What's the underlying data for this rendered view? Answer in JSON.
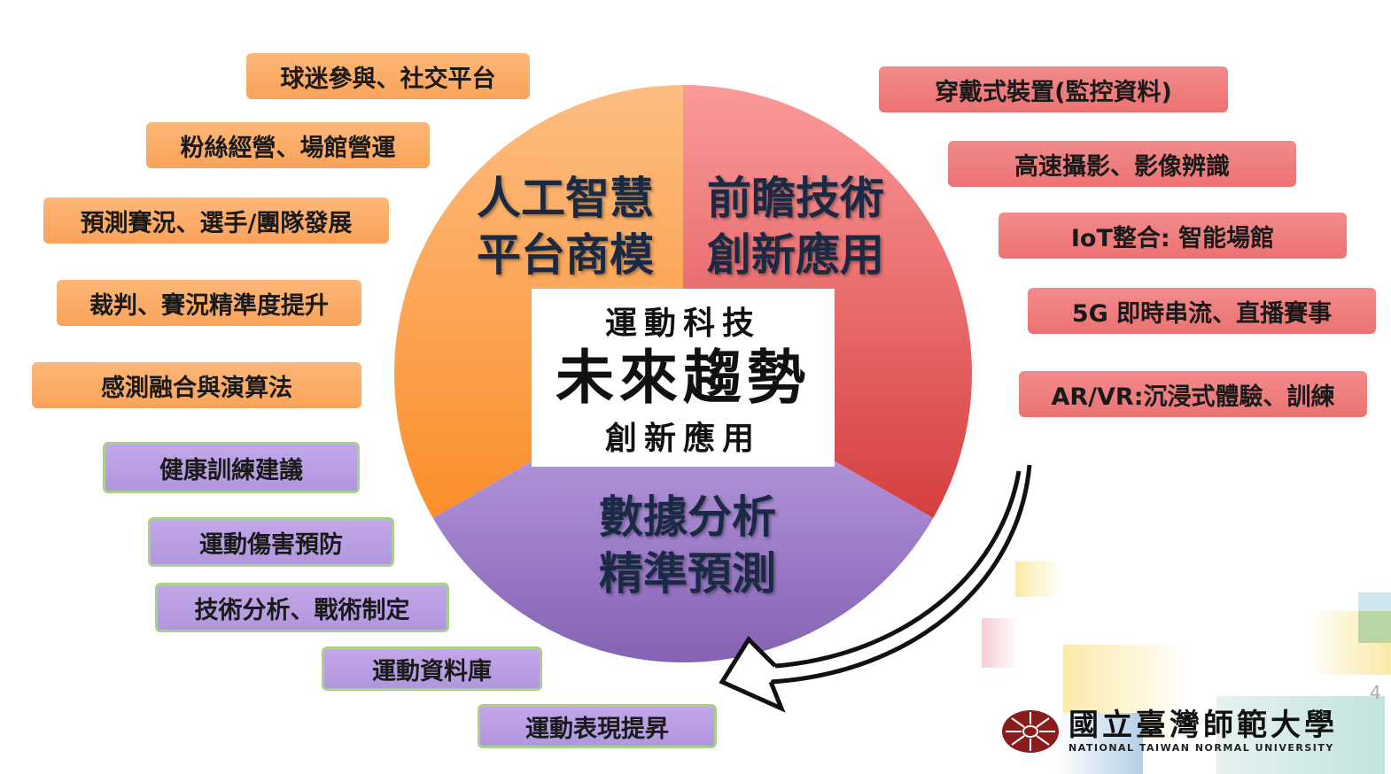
{
  "center": {
    "top": "運動科技",
    "main": "未來趨勢",
    "bottom": "創新應用"
  },
  "segments": [
    {
      "line1": "人工智慧",
      "line2": "平台商模",
      "color": "#fdae68"
    },
    {
      "line1": "前瞻技術",
      "line2": "創新應用",
      "color": "#f0767a"
    },
    {
      "line1": "數據分析",
      "line2": "精準預測",
      "color": "#a58ad2"
    }
  ],
  "orange_items": [
    "球迷參與、社交平台",
    "粉絲經營、場館營運",
    "預測賽況、選手/團隊發展",
    "裁判、賽況精準度提升",
    "感測融合與演算法"
  ],
  "purple_items": [
    "健康訓練建議",
    "運動傷害預防",
    "技術分析、戰術制定",
    "運動資料庫",
    "運動表現提昇"
  ],
  "red_items": [
    "穿戴式裝置(監控資料)",
    "高速攝影、影像辨識",
    "IoT整合: 智能場館",
    "5G 即時串流、直播賽事",
    "AR/VR:沉浸式體驗、訓練"
  ],
  "logo": {
    "chinese": "國立臺灣師範大學",
    "english": "NATIONAL TAIWAN NORMAL UNIVERSITY"
  },
  "page_number": "4"
}
